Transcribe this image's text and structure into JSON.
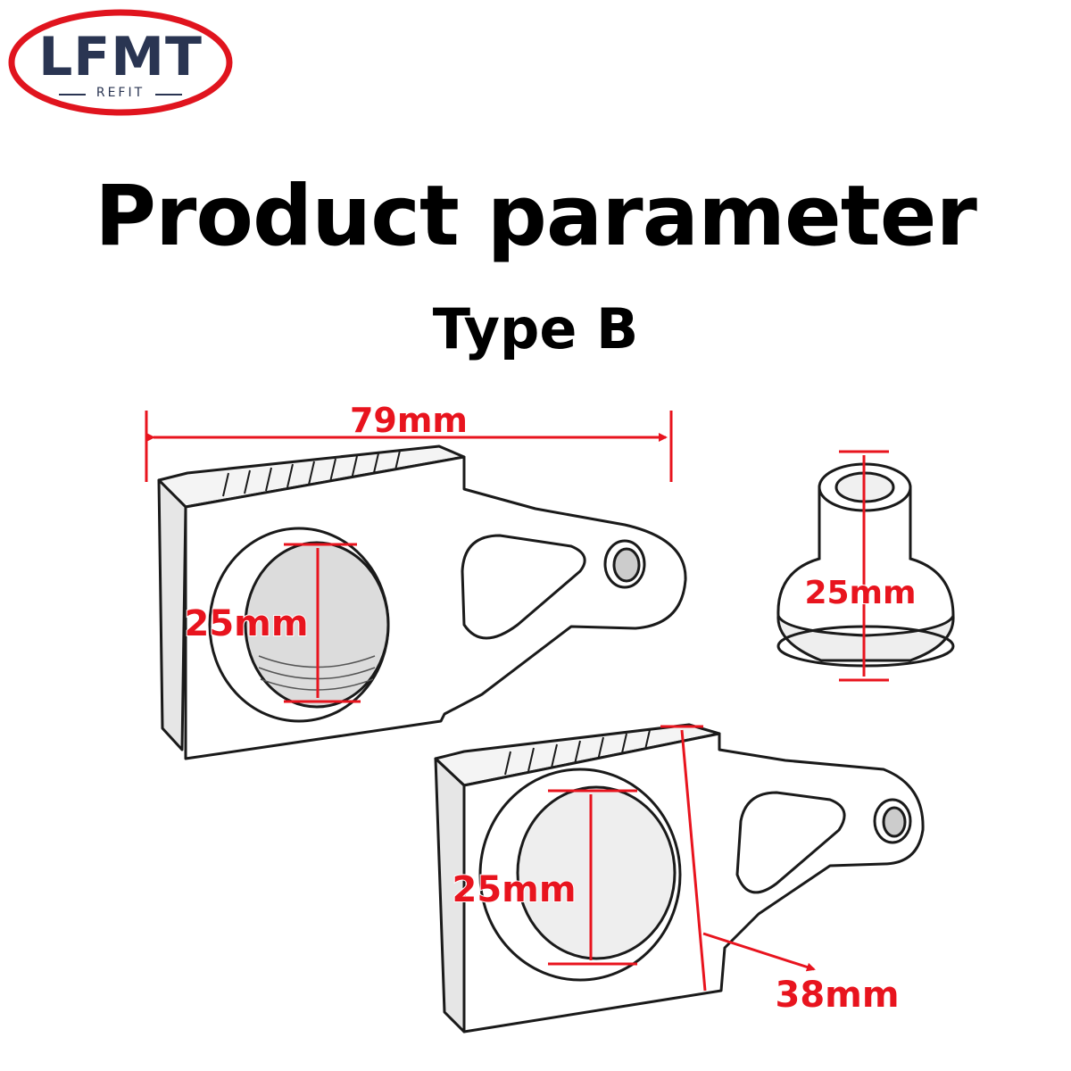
{
  "brand": {
    "name": "LFMT",
    "tagline": "REFIT",
    "border_color": "#e0141e",
    "text_color": "#2a3552"
  },
  "title": "Product parameter",
  "subtitle": "Type B",
  "dimension_color": "#e8141e",
  "dimensions": {
    "top_width": "79mm",
    "top_hole": "25mm",
    "sleeve_height": "25mm",
    "bottom_hole": "25mm",
    "bottom_depth": "38mm"
  }
}
